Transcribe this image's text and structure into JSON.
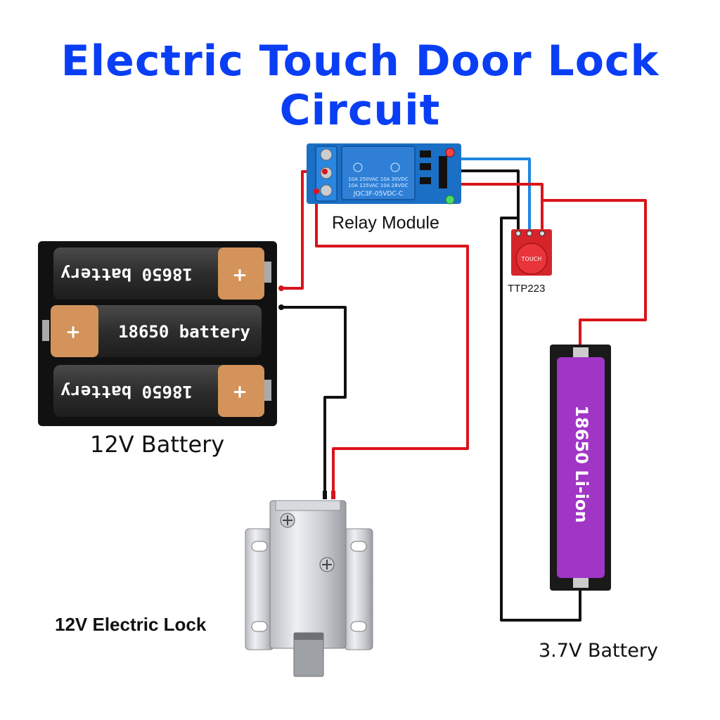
{
  "title": "Electric Touch Door Lock Circuit",
  "labels": {
    "relay_module": "Relay Module",
    "touch_sensor": "TTP223",
    "battery_12v": "12V Battery",
    "electric_lock": "12V Electric Lock",
    "battery_3v7": "3.7V Battery"
  },
  "battery_pack": {
    "cells": [
      {
        "text": "18650 battery",
        "plus": "+"
      },
      {
        "text": "18650 battery",
        "plus": "+"
      },
      {
        "text": "18650 battery",
        "plus": "+"
      }
    ]
  },
  "relay": {
    "line1": "10A 250VAC  10A  30VDC",
    "line2": "10A 125VAC  10A  28VDC",
    "model": "JQC3F-05VDC-C"
  },
  "touch": {
    "pad_text": "TOUCH"
  },
  "li_ion": {
    "text": "18650 Li-ion"
  },
  "colors": {
    "title": "#0a3ef5",
    "wire_red": "#d9141b",
    "wire_black": "#111111",
    "wire_blue": "#1f86e0",
    "relay_board": "#1b6fc4",
    "relay_cube": "#2f7fd6",
    "li_ion": "#a035c6",
    "touch_board": "#d6252a",
    "battery_cap": "#d3935a"
  }
}
